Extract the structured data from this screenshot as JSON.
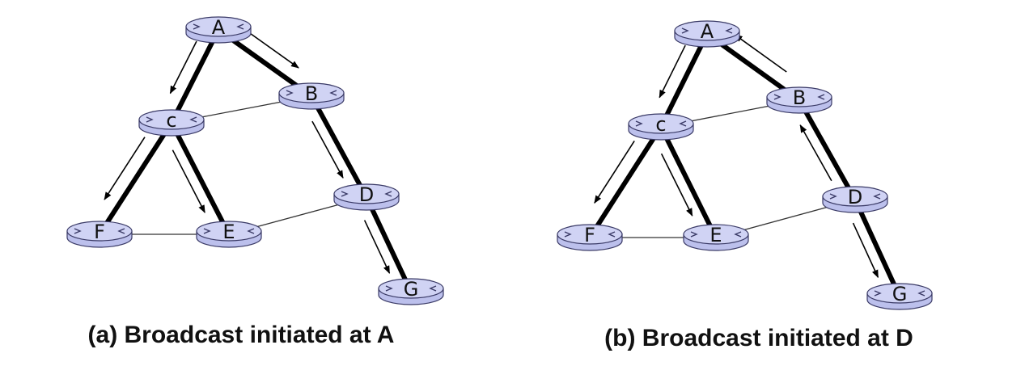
{
  "panels": [
    {
      "id": "a",
      "caption": "(a) Broadcast initiated at A",
      "nodes": [
        {
          "id": "A",
          "label": "A"
        },
        {
          "id": "B",
          "label": "B"
        },
        {
          "id": "C",
          "label": "c"
        },
        {
          "id": "D",
          "label": "D"
        },
        {
          "id": "E",
          "label": "E"
        },
        {
          "id": "F",
          "label": "F"
        },
        {
          "id": "G",
          "label": "G"
        }
      ],
      "edges": [
        {
          "from": "A",
          "to": "C",
          "in_tree": true
        },
        {
          "from": "A",
          "to": "B",
          "in_tree": true
        },
        {
          "from": "C",
          "to": "B",
          "in_tree": false
        },
        {
          "from": "C",
          "to": "F",
          "in_tree": true
        },
        {
          "from": "C",
          "to": "E",
          "in_tree": true
        },
        {
          "from": "B",
          "to": "D",
          "in_tree": true
        },
        {
          "from": "D",
          "to": "G",
          "in_tree": true
        },
        {
          "from": "F",
          "to": "E",
          "in_tree": false
        },
        {
          "from": "E",
          "to": "D",
          "in_tree": false
        }
      ],
      "forwarding": [
        {
          "from": "A",
          "to": "C"
        },
        {
          "from": "A",
          "to": "B"
        },
        {
          "from": "C",
          "to": "F"
        },
        {
          "from": "C",
          "to": "E"
        },
        {
          "from": "B",
          "to": "D"
        },
        {
          "from": "D",
          "to": "G"
        }
      ]
    },
    {
      "id": "b",
      "caption": "(b) Broadcast initiated at D",
      "nodes": [
        {
          "id": "A",
          "label": "A"
        },
        {
          "id": "B",
          "label": "B"
        },
        {
          "id": "C",
          "label": "c"
        },
        {
          "id": "D",
          "label": "D"
        },
        {
          "id": "E",
          "label": "E"
        },
        {
          "id": "F",
          "label": "F"
        },
        {
          "id": "G",
          "label": "G"
        }
      ],
      "edges": [
        {
          "from": "A",
          "to": "C",
          "in_tree": true
        },
        {
          "from": "A",
          "to": "B",
          "in_tree": true
        },
        {
          "from": "C",
          "to": "B",
          "in_tree": false
        },
        {
          "from": "C",
          "to": "F",
          "in_tree": true
        },
        {
          "from": "C",
          "to": "E",
          "in_tree": true
        },
        {
          "from": "B",
          "to": "D",
          "in_tree": true
        },
        {
          "from": "D",
          "to": "G",
          "in_tree": true
        },
        {
          "from": "F",
          "to": "E",
          "in_tree": false
        },
        {
          "from": "E",
          "to": "D",
          "in_tree": false
        }
      ],
      "forwarding": [
        {
          "from": "D",
          "to": "B"
        },
        {
          "from": "B",
          "to": "A"
        },
        {
          "from": "A",
          "to": "C"
        },
        {
          "from": "C",
          "to": "F"
        },
        {
          "from": "C",
          "to": "E"
        },
        {
          "from": "D",
          "to": "G"
        }
      ]
    }
  ],
  "colors": {
    "router_fill": "#bcc0ec",
    "router_top": "#d0d3f4",
    "router_stroke": "#3a3a66",
    "tree_edge": "#000000",
    "plain_edge": "#333333",
    "arrow": "#000000"
  }
}
